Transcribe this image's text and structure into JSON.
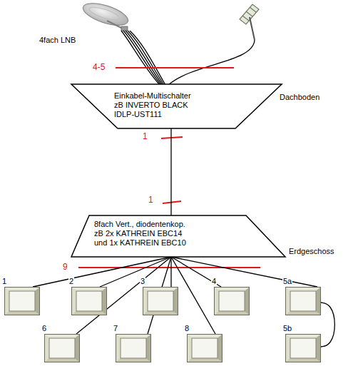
{
  "diagram": {
    "nodes": [
      {
        "text": [
          "Einkabel-Multischalter zB INVERTO BLACK IDLP-UST111"
        ]
      },
      {
        "text": [
          "8fach Vert., diodentenkop. zB 2x KATHREIN EBC14 und 1x KATHREIN EBC10"
        ]
      },
      {
        "text": [
          "1"
        ]
      },
      {
        "text": [
          "2"
        ]
      },
      {
        "text": [
          "3"
        ]
      },
      {
        "text": [
          "4"
        ]
      },
      {
        "text": [
          "5a"
        ]
      },
      {
        "text": [
          "6"
        ]
      },
      {
        "text": [
          "7"
        ]
      },
      {
        "text": [
          "8"
        ]
      },
      {
        "text": [
          "5b"
        ]
      }
    ],
    "edges": [
      {
        "from": 0,
        "to": 1,
        "arrow": "none"
      },
      {
        "from": 1,
        "to": 2,
        "arrow": "none"
      },
      {
        "from": 1,
        "to": 3,
        "arrow": "none"
      },
      {
        "from": 1,
        "to": 4,
        "arrow": "none"
      },
      {
        "from": 1,
        "to": 5,
        "arrow": "none"
      },
      {
        "from": 1,
        "to": 6,
        "arrow": "none"
      },
      {
        "from": 1,
        "to": 7,
        "arrow": "none"
      },
      {
        "from": 1,
        "to": 8,
        "arrow": "none"
      },
      {
        "from": 1,
        "to": 9,
        "arrow": "none"
      },
      {
        "from": 6,
        "to": 10,
        "arrow": "none"
      }
    ],
    "labels": [
      "4fach LNB",
      "4-5",
      "Dachboden",
      "1",
      "1",
      "Erdgeschoss",
      "9"
    ]
  }
}
